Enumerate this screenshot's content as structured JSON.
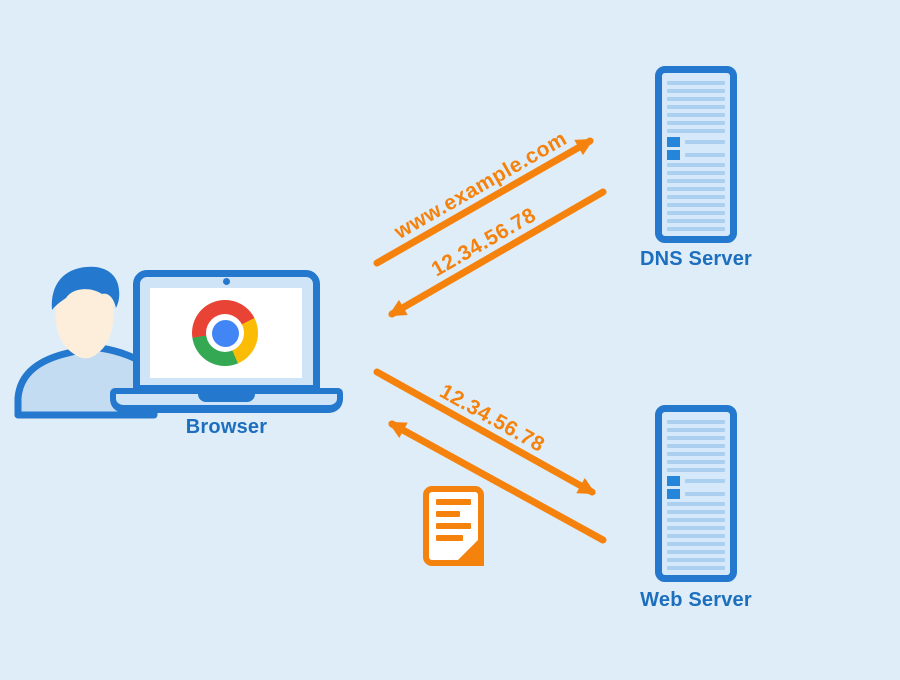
{
  "diagram": {
    "type": "dns-resolution-flow",
    "nodes": {
      "browser": {
        "label": "Browser"
      },
      "dns_server": {
        "label": "DNS Server"
      },
      "web_server": {
        "label": "Web Server"
      }
    },
    "arrows": {
      "dns_request": {
        "label": "www.example.com",
        "from": "browser",
        "to": "dns_server"
      },
      "dns_response": {
        "label": "12.34.56.78",
        "from": "dns_server",
        "to": "browser"
      },
      "web_request": {
        "label": "12.34.56.78",
        "from": "browser",
        "to": "web_server"
      },
      "web_response": {
        "label": "",
        "from": "web_server",
        "to": "browser"
      }
    },
    "icons": {
      "user": "person-silhouette",
      "browser_device": "laptop",
      "browser_logo": "chrome-logo",
      "dns_server": "server-rack",
      "web_server": "server-rack",
      "web_response_payload": "document"
    },
    "colors": {
      "background": "#dfedf9",
      "primary_blue": "#2478cd",
      "label_blue": "#1c6fbe",
      "laptop_fill": "#cfe4f7",
      "server_fill": "#d6e9fb",
      "server_line": "#abcfee",
      "server_square": "#2585d8",
      "accent_orange": "#f5820d",
      "skin": "#fdeedc",
      "shirt": "#c3dcf2",
      "chrome_red": "#e94335",
      "chrome_yellow": "#fbbc05",
      "chrome_green": "#34a853",
      "chrome_blue": "#4285f4"
    }
  }
}
